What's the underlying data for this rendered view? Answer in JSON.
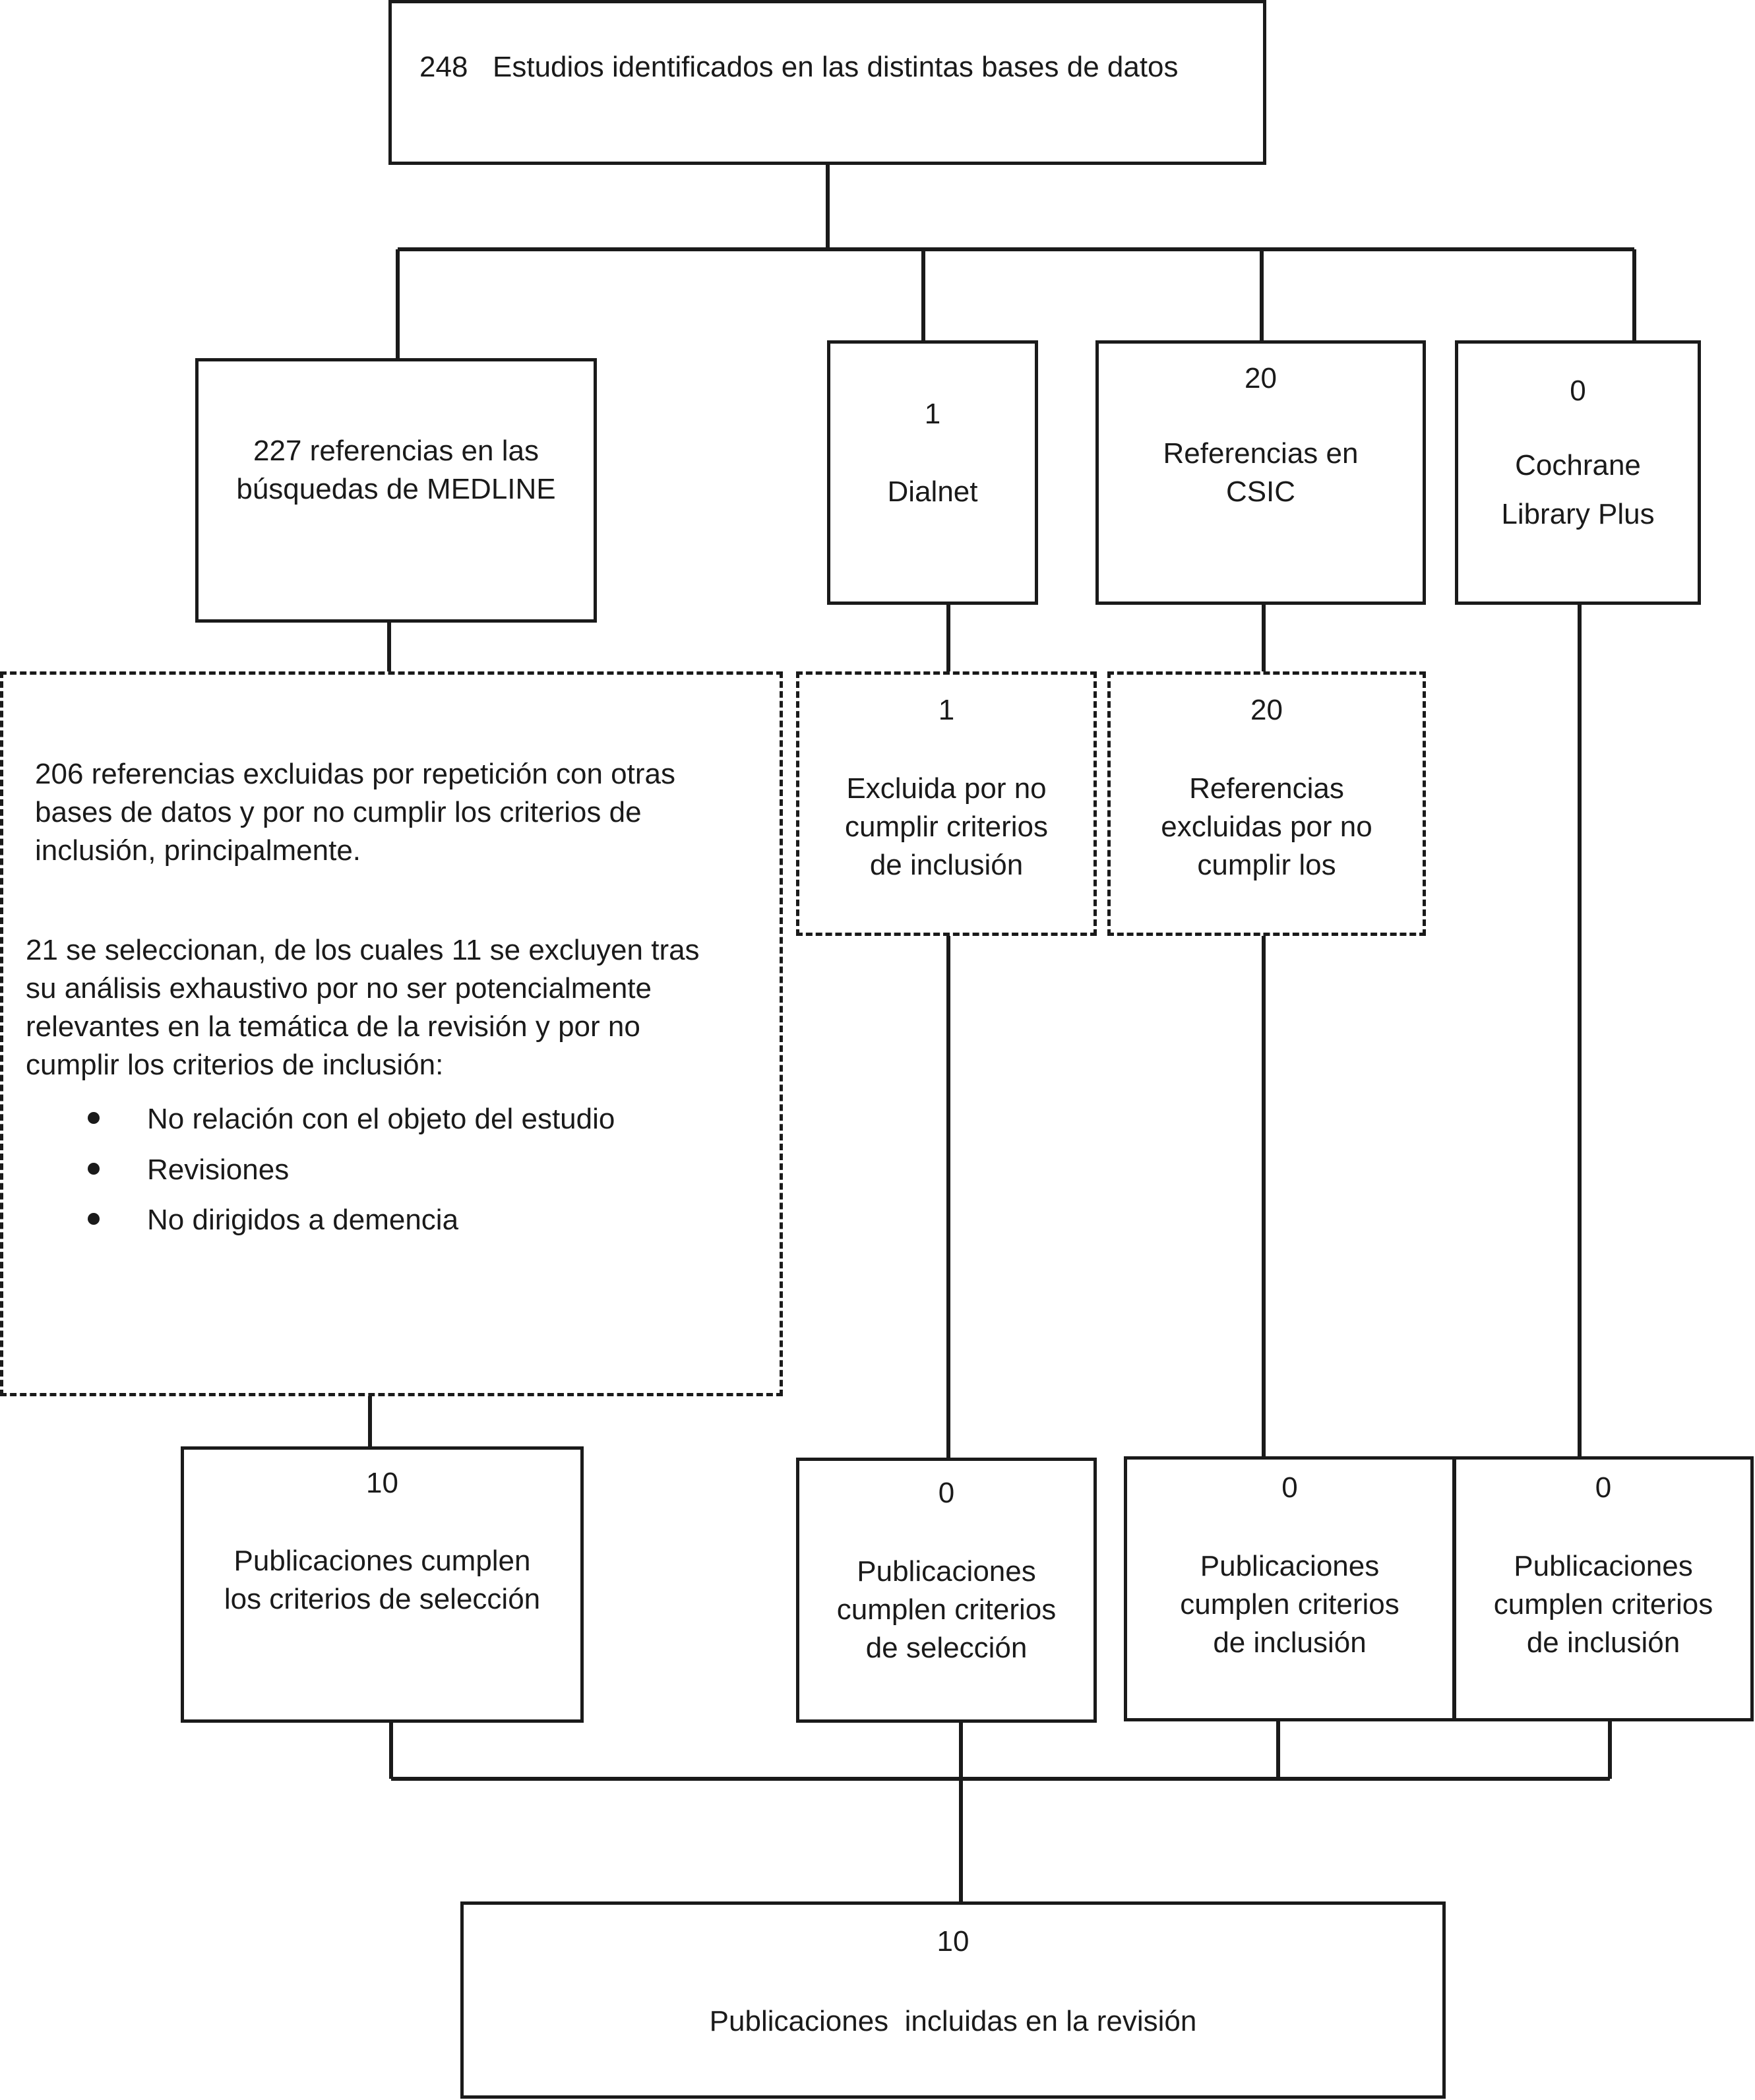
{
  "top": {
    "count": "248",
    "label": "Estudios identificados en las distintas bases de datos"
  },
  "sources": {
    "medline": {
      "line1": "227 referencias en las",
      "line2": "búsquedas de MEDLINE"
    },
    "dialnet": {
      "count": "1",
      "label": "Dialnet"
    },
    "csic": {
      "count": "20",
      "line1": "Referencias en",
      "line2": "CSIC"
    },
    "cochrane": {
      "count": "0",
      "line1": "Cochrane",
      "line2": "Library Plus"
    }
  },
  "exclusions": {
    "medline": {
      "para1": [
        "206 referencias excluidas por repetición con otras",
        "bases de datos y por no cumplir los criterios de",
        "inclusión, principalmente."
      ],
      "para2": [
        "21 se seleccionan, de los cuales 11 se excluyen tras",
        "su análisis exhaustivo por no ser potencialmente",
        "relevantes en la temática de la revisión y por no",
        "cumplir los criterios de inclusión:"
      ],
      "bullets": [
        "No relación con el objeto del estudio",
        "Revisiones",
        "No dirigidos a demencia"
      ]
    },
    "dialnet": {
      "count": "1",
      "lines": [
        "Excluida por no",
        "cumplir criterios",
        "de inclusión"
      ]
    },
    "csic": {
      "count": "20",
      "lines": [
        "Referencias",
        "excluidas por no",
        "cumplir los"
      ]
    }
  },
  "results": {
    "medline": {
      "count": "10",
      "lines": [
        "Publicaciones cumplen",
        "los criterios de selección"
      ]
    },
    "dialnet": {
      "count": "0",
      "lines": [
        "Publicaciones",
        "cumplen criterios",
        "de selección"
      ]
    },
    "csic": {
      "count": "0",
      "lines": [
        "Publicaciones",
        "cumplen criterios",
        "de inclusión"
      ]
    },
    "cochrane": {
      "count": "0",
      "lines": [
        "Publicaciones",
        "cumplen criterios",
        "de inclusión"
      ]
    }
  },
  "final": {
    "count": "10",
    "label": "Publicaciones  incluidas en la revisión"
  }
}
